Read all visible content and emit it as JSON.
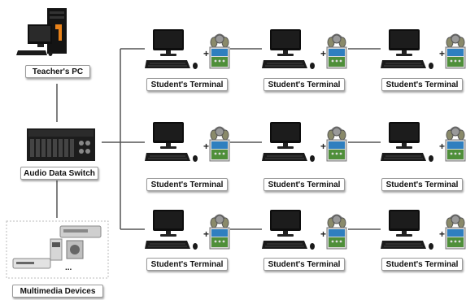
{
  "labels": {
    "teacher_pc": "Teacher's PC",
    "audio_switch": "Audio Data Switch",
    "multimedia": "Multimedia Devices",
    "terminal": "Student's Terminal"
  },
  "icons": {
    "teacher_pc": "desktop-computer-icon",
    "audio_switch": "audio-switch-rack-icon",
    "multimedia": "multimedia-devices-icon",
    "monitor": "monitor-icon",
    "keyboard": "keyboard-icon",
    "headset": "headset-icon",
    "terminal_box": "student-terminal-box-icon"
  },
  "colors": {
    "line": "#555555",
    "pc_accent": "#e8821a",
    "terminal_screen": "#2f7fbf",
    "terminal_panel": "#4f8f3a"
  }
}
